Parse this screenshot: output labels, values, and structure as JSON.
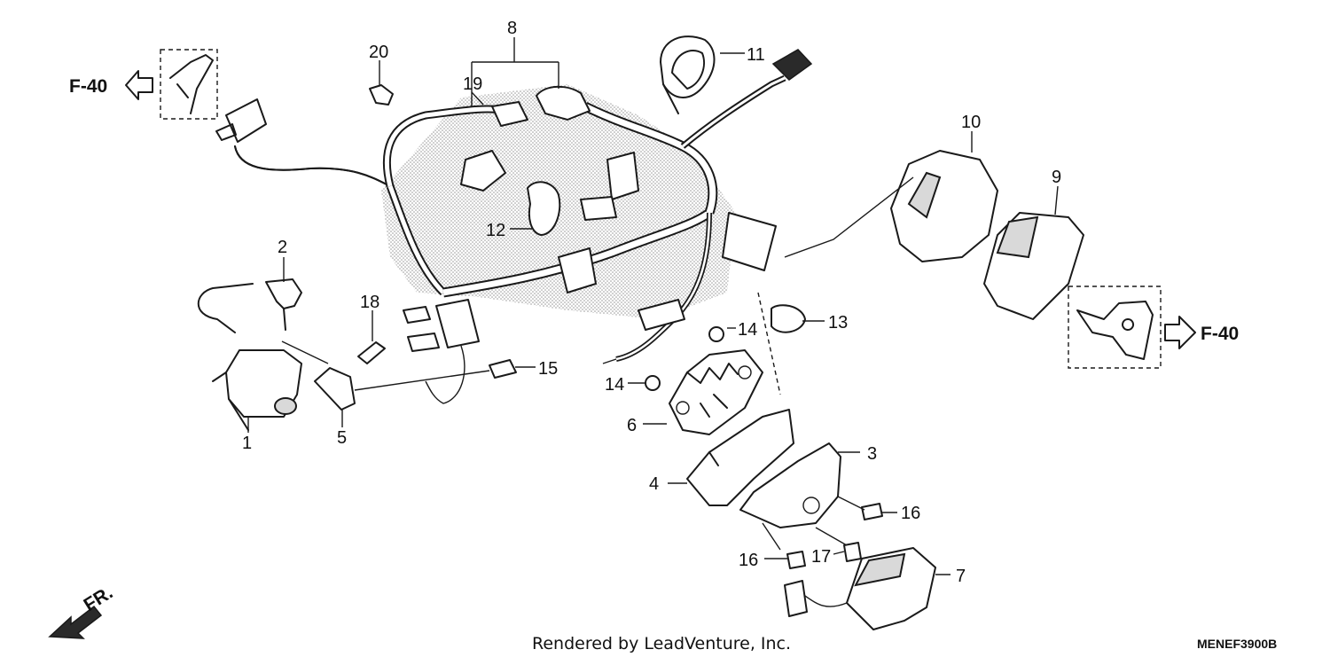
{
  "diagram": {
    "callouts": [
      "1",
      "2",
      "3",
      "4",
      "5",
      "6",
      "7",
      "8",
      "9",
      "10",
      "11",
      "12",
      "13",
      "14",
      "14",
      "15",
      "16",
      "16",
      "17",
      "18",
      "19",
      "20"
    ],
    "refs": {
      "left": "F-40",
      "right": "F-40"
    },
    "direction": "FR.",
    "credit": "Rendered by LeadVenture, Inc.",
    "code": "MENEF3900B"
  }
}
